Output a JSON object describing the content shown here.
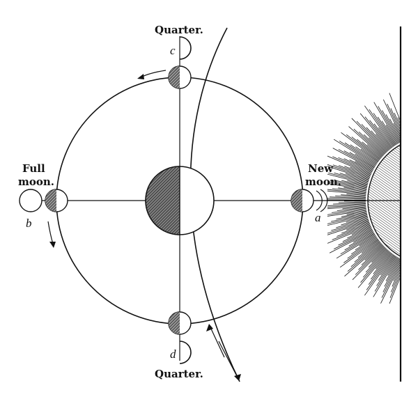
{
  "labels": {
    "quarter_top": "Quarter.",
    "quarter_bottom": "Quarter.",
    "full_line1": "Full",
    "full_line2": "moon.",
    "new_line1": "New",
    "new_line2": "moon.",
    "letter_a": "a",
    "letter_b": "b",
    "letter_c": "c",
    "letter_d": "d"
  },
  "colors": {
    "ink": "#111111",
    "paper": "#ffffff",
    "shade": "#2a2a2a"
  }
}
